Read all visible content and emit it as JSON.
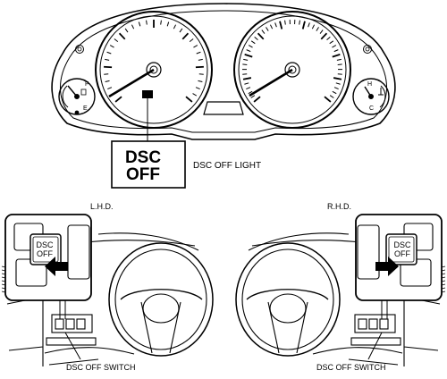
{
  "instrument_cluster": {
    "indicator_symbol": "DSC OFF",
    "indicator_line1": "DSC",
    "indicator_line2": "OFF",
    "indicator_label": "DSC OFF LIGHT",
    "fuel_gauge_marks": {
      "full": "F",
      "empty": "E"
    },
    "temp_gauge_marks": {
      "hot": "H",
      "cold": "C"
    }
  },
  "left_panel": {
    "caption": "L.H.D.",
    "button_line1": "DSC",
    "button_line2": "OFF",
    "callout": "DSC OFF SWITCH"
  },
  "right_panel": {
    "caption": "R.H.D.",
    "button_line1": "DSC",
    "button_line2": "OFF",
    "callout": "DSC OFF SWITCH"
  }
}
